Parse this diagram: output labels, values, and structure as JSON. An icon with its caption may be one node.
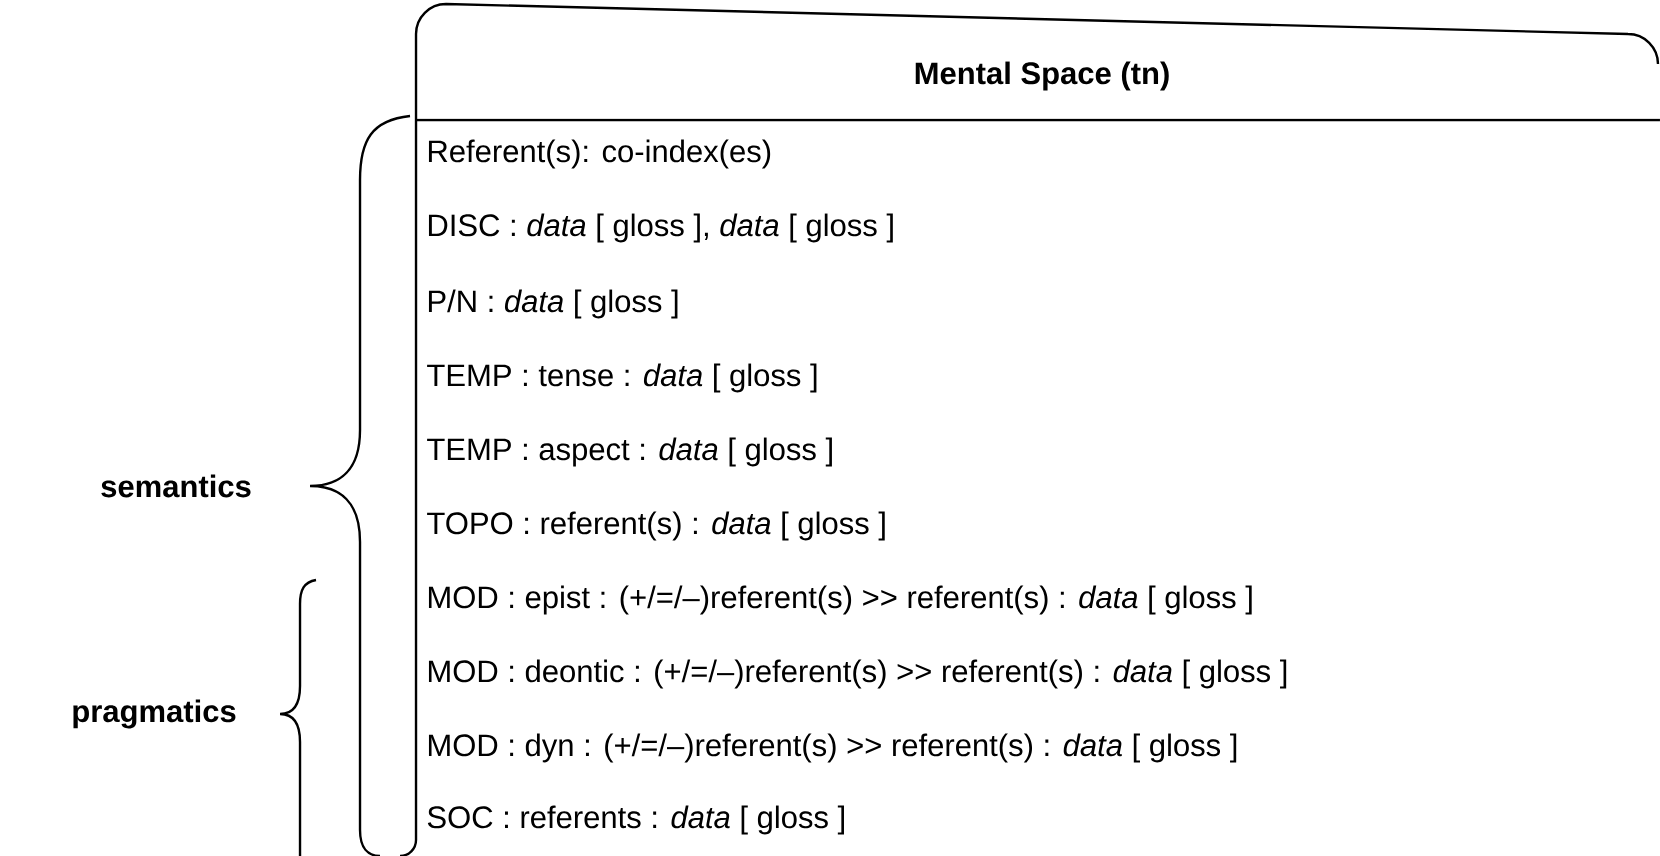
{
  "diagram": {
    "nodes": [
      {
        "text": [
          "Mental Space (tn)",
          "Referent(s): co-index(es)",
          "DISC : *data* [ gloss ], *data* [ gloss ]",
          "P/N : *data* [ gloss ]",
          "TEMP : tense : *data* [ gloss ]",
          "TEMP : aspect : *data* [ gloss ]",
          "TOPO : referent(s) : *data* [ gloss ]",
          "MOD : epist : (+/=/–)referent(s) >> referent(s) : *data* [ gloss ]",
          "MOD : deontic : (+/=/–)referent(s) >> referent(s) : *data* [ gloss ]",
          "MOD : dyn : (+/=/–)referent(s) >> referent(s) : *data* [ gloss ]",
          "SOC : referents : *data* [ gloss ]"
        ]
      }
    ],
    "edges": [],
    "labels": [
      "semantics",
      "pragmatics"
    ]
  }
}
